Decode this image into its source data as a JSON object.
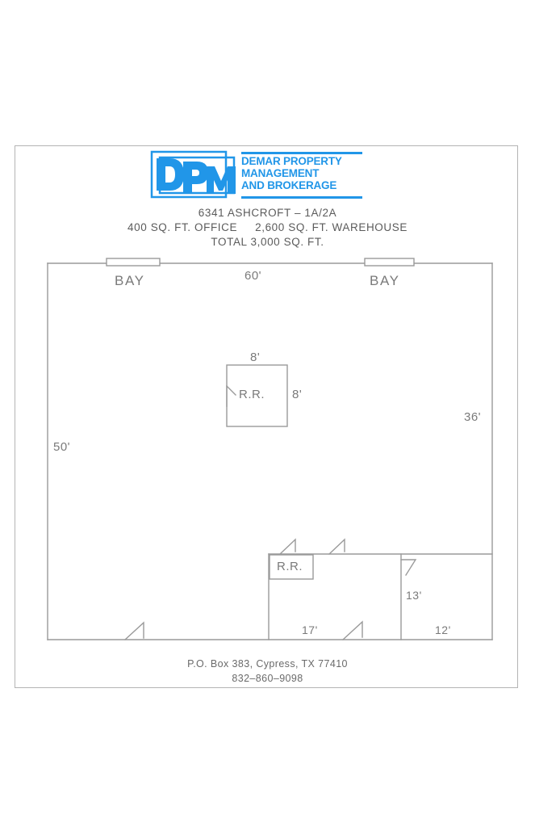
{
  "document": {
    "type": "floor-plan",
    "sheet_background": "#ffffff",
    "line_color": "#9a9a9a",
    "text_color": "#7a7a7a"
  },
  "logo": {
    "mark_text": "DPM",
    "mark_color": "#2196e8",
    "company_lines": [
      "DEMAR PROPERTY",
      "MANAGEMENT",
      "AND BROKERAGE"
    ]
  },
  "header": {
    "line1": "6341 ASHCROFT – 1A/2A",
    "line2_left": "400 SQ. FT. OFFICE",
    "line2_right": "2,600 SQ. FT. WAREHOUSE",
    "line3": "TOTAL 3,000 SQ. FT."
  },
  "footer": {
    "address": "P.O. Box 383, Cypress, TX 77410",
    "phone": "832–860–9098"
  },
  "plan": {
    "labels": {
      "bay_left": "BAY",
      "bay_right": "BAY",
      "restroom_center": "R.R.",
      "restroom_office": "R.R."
    },
    "dimensions": {
      "top_width": "60'",
      "left_height": "50'",
      "right_height": "36'",
      "restroom_width": "8'",
      "restroom_height": "8'",
      "office_left_width": "17'",
      "office_right_height": "13'",
      "office_right_width": "12'"
    }
  }
}
